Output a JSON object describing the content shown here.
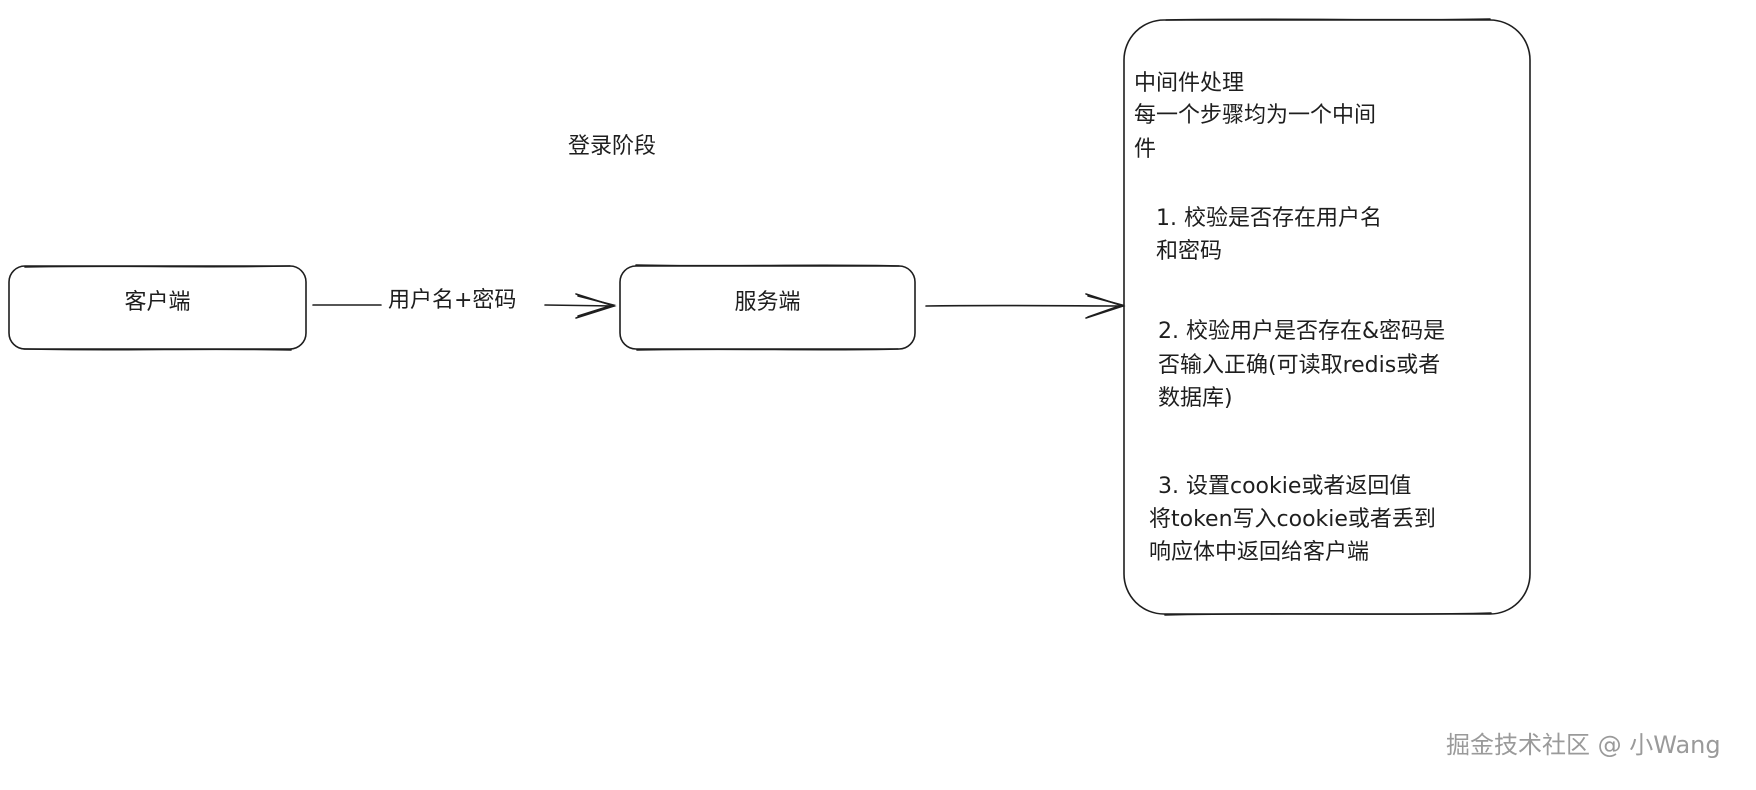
{
  "title": "登录阶段",
  "nodes": {
    "client": {
      "label": "客户端"
    },
    "server": {
      "label": "服务端"
    }
  },
  "edges": {
    "client_to_server": {
      "label": "用户名+密码"
    }
  },
  "middleware_panel": {
    "heading": "中间件处理",
    "subheading_lines": [
      "每一个步骤均为一个中间",
      "件"
    ],
    "steps": [
      {
        "lines": [
          "1. 校验是否存在用户名",
          "和密码"
        ]
      },
      {
        "lines": [
          "2. 校验用户是否存在&密码是",
          "否输入正确(可读取redis或者",
          "数据库)"
        ]
      },
      {
        "lines": [
          "3. 设置cookie或者返回值",
          "将token写入cookie或者丢到",
          "响应体中返回给客户端"
        ]
      }
    ]
  },
  "watermark": "掘金技术社区 @ 小Wang"
}
